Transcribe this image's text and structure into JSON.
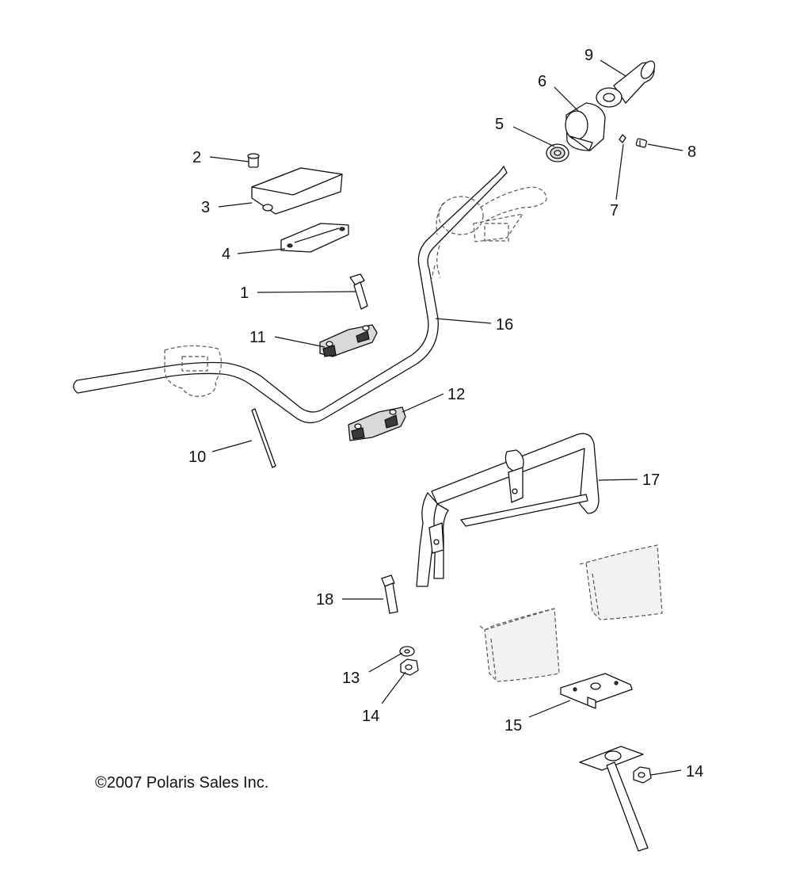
{
  "copyright": "©2007 Polaris Sales Inc.",
  "callouts": {
    "c1": "1",
    "c2": "2",
    "c3": "3",
    "c4": "4",
    "c5": "5",
    "c6": "6",
    "c7": "7",
    "c8": "8",
    "c9": "9",
    "c10": "10",
    "c11": "11",
    "c12": "12",
    "c13": "13",
    "c14a": "14",
    "c14b": "14",
    "c15": "15",
    "c16": "16",
    "c17": "17",
    "c18": "18"
  }
}
